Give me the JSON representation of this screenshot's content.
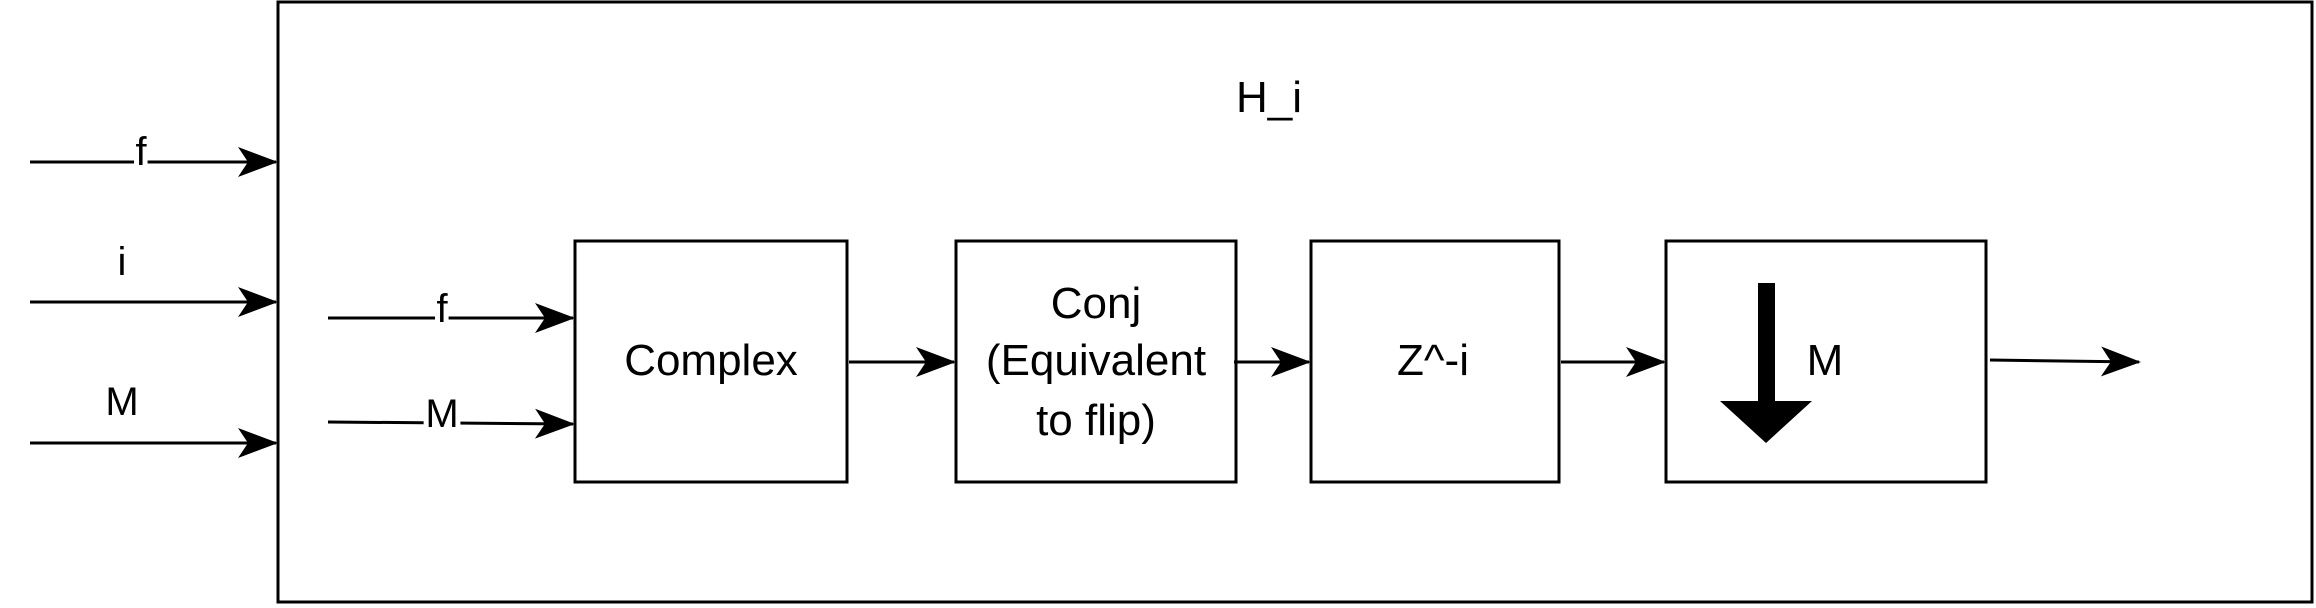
{
  "diagram": {
    "outer_title": "H_i",
    "external_inputs": [
      "f",
      "i",
      "M"
    ],
    "complex_inputs": [
      "f",
      "M"
    ],
    "blocks": {
      "complex": "Complex",
      "conj_line1": "Conj",
      "conj_line2": "(Equivalent",
      "conj_line3": "to flip)",
      "delay": "Z^-i",
      "downsample_factor": "M"
    }
  },
  "colors": {
    "stroke": "#000000",
    "background": "#ffffff"
  }
}
